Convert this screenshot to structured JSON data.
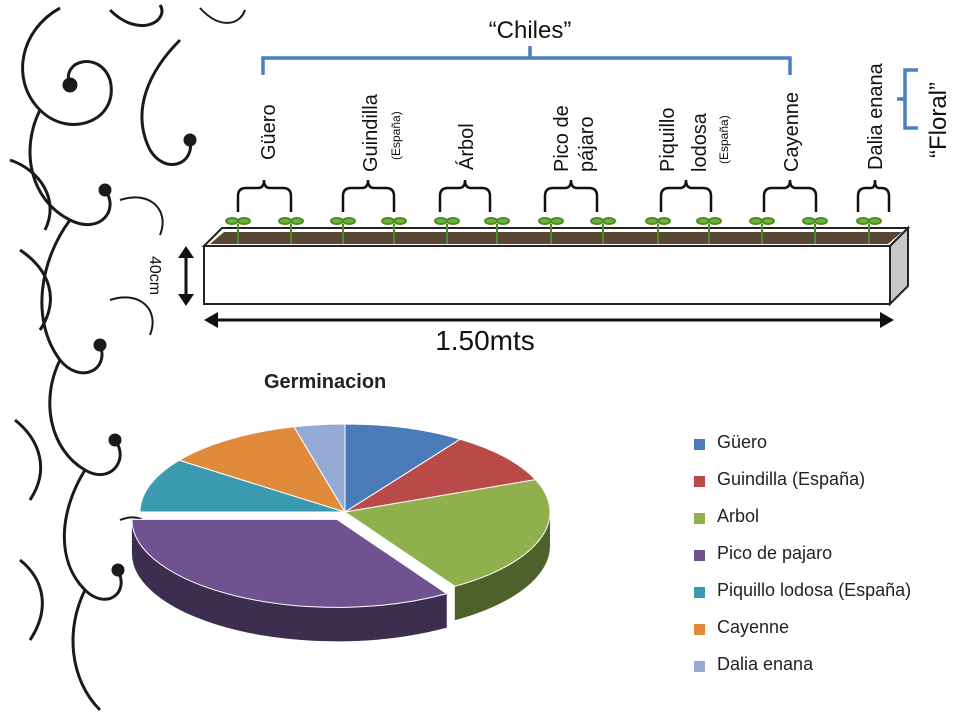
{
  "diagram": {
    "group_chiles": "“Chiles”",
    "group_floral": "“Floral”",
    "height_label": "40cm",
    "length_label": "1.50mts",
    "varieties": [
      {
        "name": "Güero",
        "sub": ""
      },
      {
        "name": "Guindilla",
        "sub": "(España)"
      },
      {
        "name": "Árbol",
        "sub": ""
      },
      {
        "name": "Pico de",
        "name2": "pájaro",
        "sub": ""
      },
      {
        "name": "Piquillo",
        "name2": "lodosa",
        "sub": "(España)"
      },
      {
        "name": "Cayenne",
        "sub": ""
      },
      {
        "name": "Dalia enana",
        "sub": ""
      }
    ]
  },
  "chart_data": {
    "type": "pie",
    "title": "Germinacion",
    "categories": [
      "Güero",
      "Guindilla (España)",
      "Arbol",
      "Pico de pajaro",
      "Piquillo lodosa (España)",
      "Cayenne",
      "Dalia enana"
    ],
    "values": [
      9.5,
      9.5,
      22,
      34,
      10,
      11,
      4
    ],
    "colors": [
      "#4a7ab8",
      "#b94a48",
      "#8fb04c",
      "#6f5391",
      "#3b9ab0",
      "#e08b3c",
      "#94aad4"
    ],
    "legend_position": "right"
  },
  "colors": {
    "bracket_blue": "#4a7fc1"
  }
}
